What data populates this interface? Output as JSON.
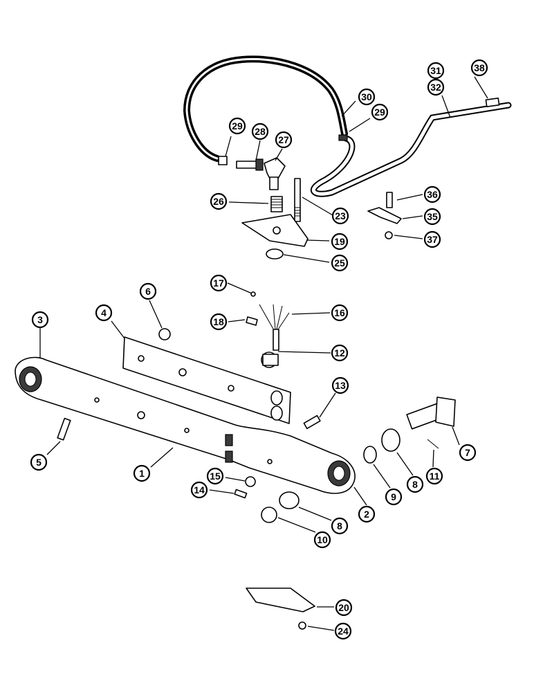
{
  "diagram": {
    "callouts": [
      {
        "id": "c30",
        "label": "30"
      },
      {
        "id": "c29a",
        "label": "29"
      },
      {
        "id": "c29b",
        "label": "29"
      },
      {
        "id": "c28",
        "label": "28"
      },
      {
        "id": "c27",
        "label": "27"
      },
      {
        "id": "c31",
        "label": "31"
      },
      {
        "id": "c32",
        "label": "32"
      },
      {
        "id": "c38",
        "label": "38"
      },
      {
        "id": "c26",
        "label": "26"
      },
      {
        "id": "c23",
        "label": "23"
      },
      {
        "id": "c19",
        "label": "19"
      },
      {
        "id": "c25",
        "label": "25"
      },
      {
        "id": "c36",
        "label": "36"
      },
      {
        "id": "c35",
        "label": "35"
      },
      {
        "id": "c37",
        "label": "37"
      },
      {
        "id": "c17",
        "label": "17"
      },
      {
        "id": "c16",
        "label": "16"
      },
      {
        "id": "c18",
        "label": "18"
      },
      {
        "id": "c12",
        "label": "12"
      },
      {
        "id": "c6",
        "label": "6"
      },
      {
        "id": "c4",
        "label": "4"
      },
      {
        "id": "c3",
        "label": "3"
      },
      {
        "id": "c13",
        "label": "13"
      },
      {
        "id": "c7",
        "label": "7"
      },
      {
        "id": "c5",
        "label": "5"
      },
      {
        "id": "c1",
        "label": "1"
      },
      {
        "id": "c15",
        "label": "15"
      },
      {
        "id": "c14",
        "label": "14"
      },
      {
        "id": "c8a",
        "label": "8"
      },
      {
        "id": "c9",
        "label": "9"
      },
      {
        "id": "c11",
        "label": "11"
      },
      {
        "id": "c2",
        "label": "2"
      },
      {
        "id": "c8b",
        "label": "8"
      },
      {
        "id": "c10",
        "label": "10"
      },
      {
        "id": "c20",
        "label": "20"
      },
      {
        "id": "c24",
        "label": "24"
      }
    ]
  }
}
